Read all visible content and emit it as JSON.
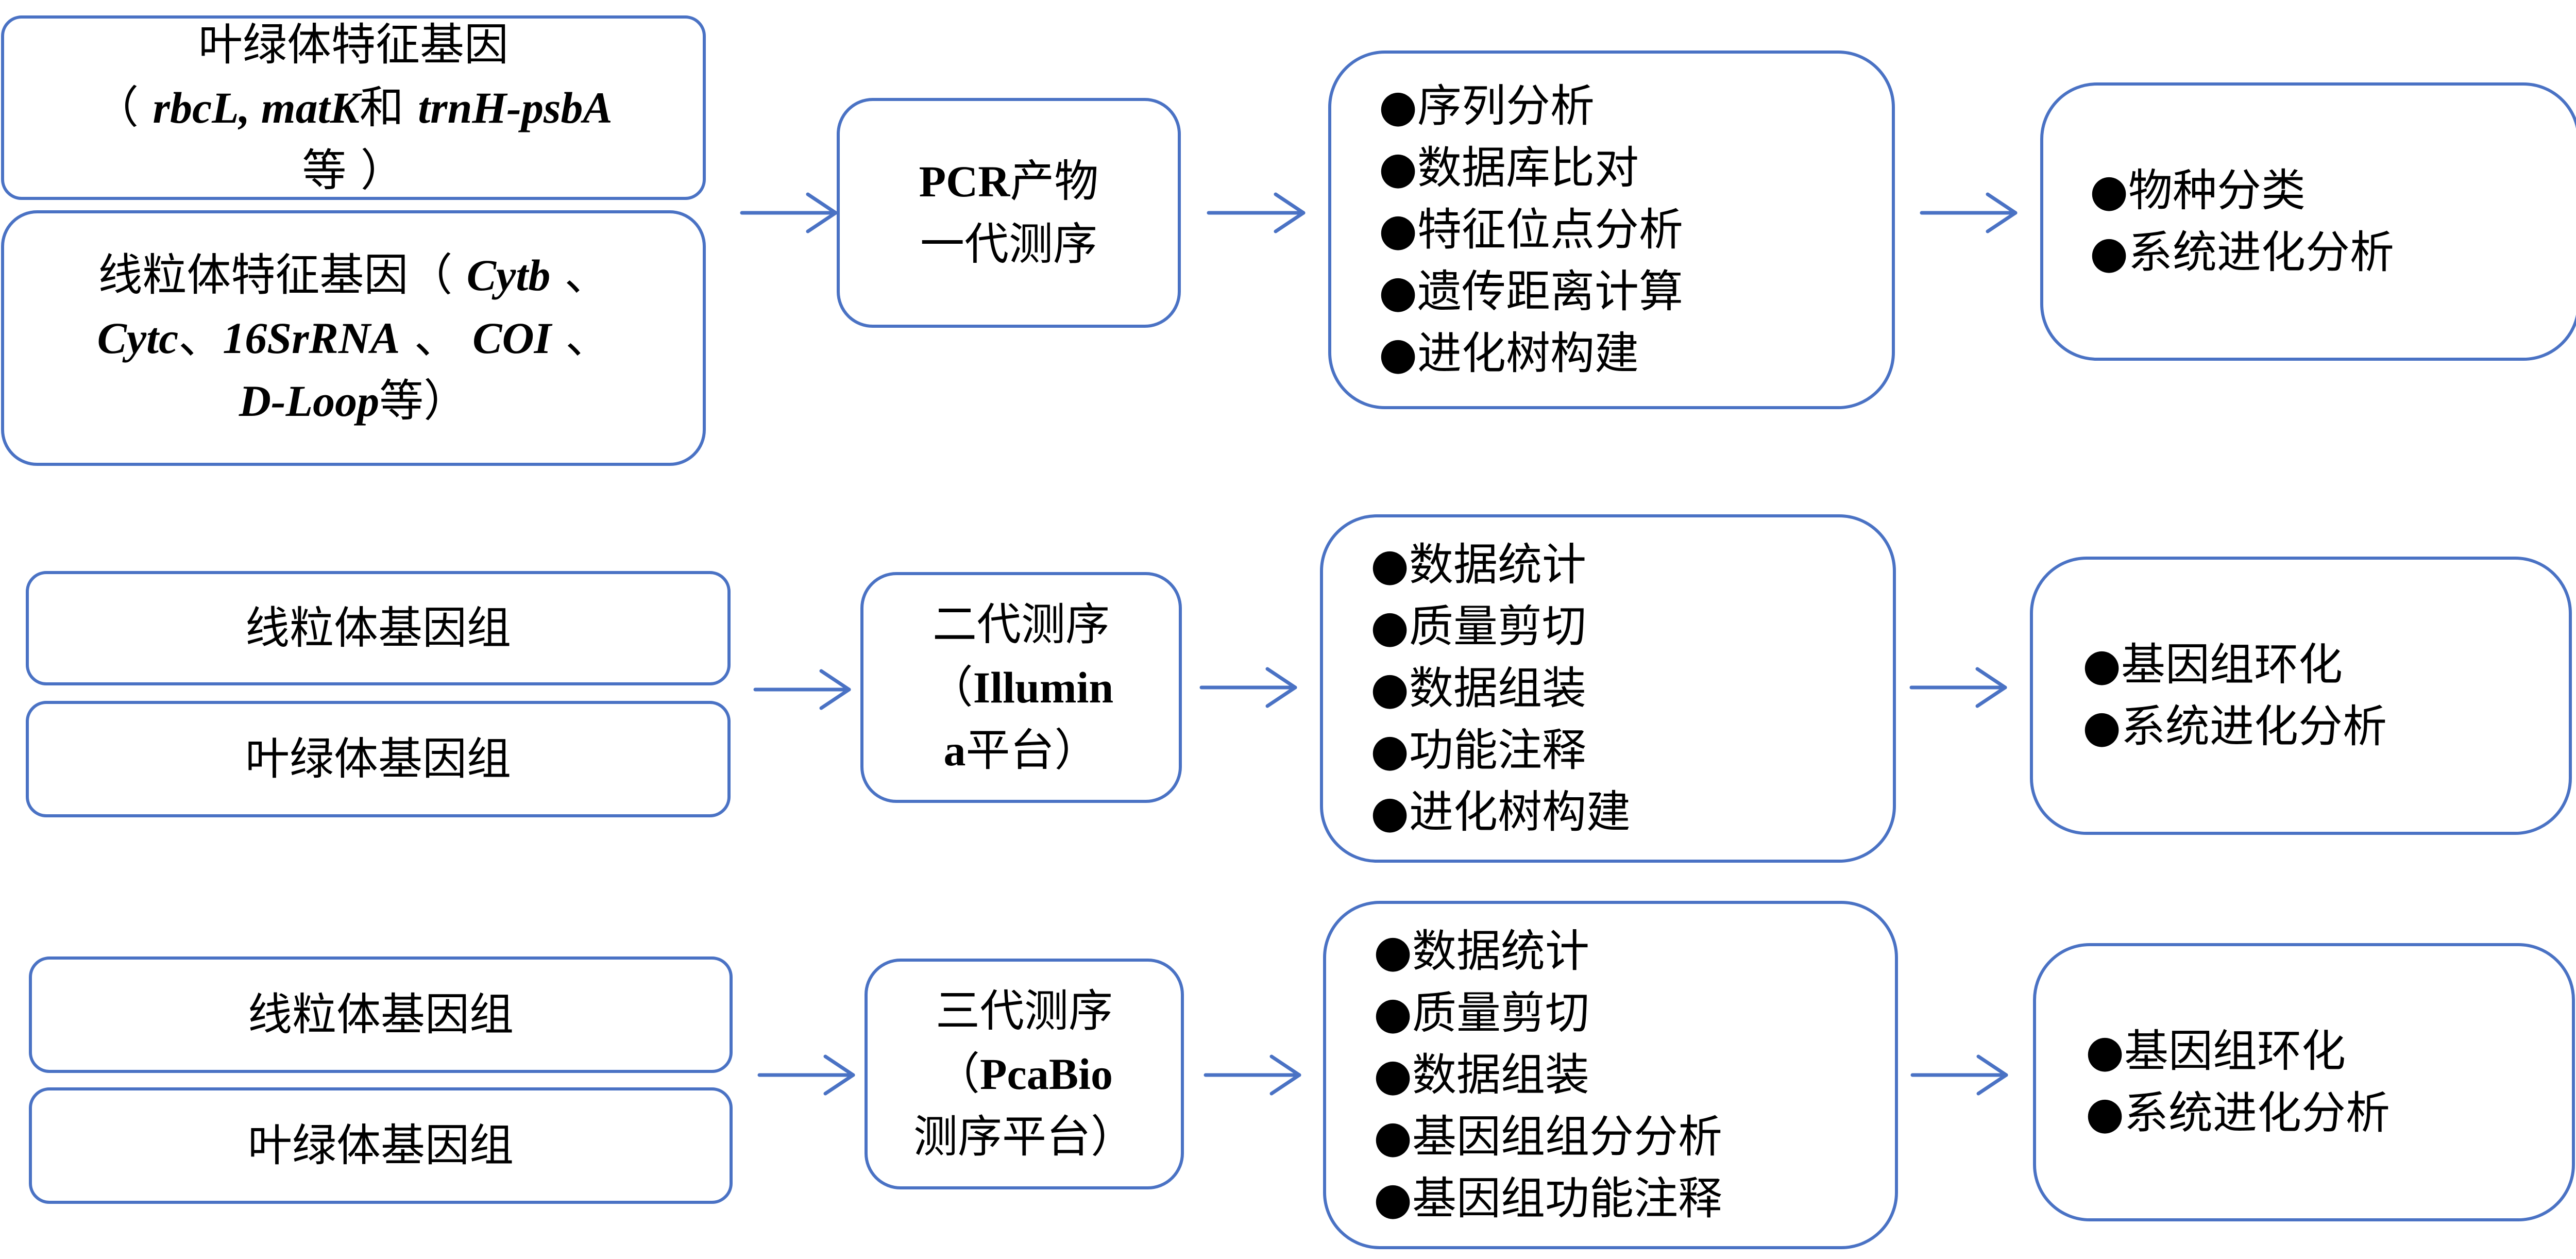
{
  "row1": {
    "source_chloroplast": {
      "line1": "叶绿体特征基因",
      "open": "（ ",
      "g1": "rbcL, matK",
      "and": "和 ",
      "g2": "trnH-psbA",
      "line3": "等 ）"
    },
    "source_mito": {
      "l1a": "线粒体特征基因（ ",
      "g1": "Cytb",
      "sep1": " 、",
      "g2": "Cytc",
      "sep2": "、",
      "g3": "16SrRNA",
      "sep3": " 、 ",
      "g4": "COI",
      "sep4": " 、",
      "g5": "D-Loop",
      "tail": "等）"
    },
    "method": {
      "prefix": "PCR",
      "line1_rest": "产物",
      "line2": "一代测序"
    },
    "analysis": [
      "●序列分析",
      "●数据库比对",
      "●特征位点分析",
      "●遗传距离计算",
      "●进化树构建"
    ],
    "outcome": [
      "●物种分类",
      "●系统进化分析"
    ]
  },
  "row2": {
    "source_top": "线粒体基因组",
    "source_bottom": "叶绿体基因组",
    "method": {
      "line1": "二代测序",
      "line2_open": "（",
      "line2_bold": "Illumin",
      "line3_bold": "a",
      "line3_rest": "平台）"
    },
    "analysis": [
      "●数据统计",
      "●质量剪切",
      "●数据组装",
      "●功能注释",
      "●进化树构建"
    ],
    "outcome": [
      "●基因组环化",
      "●系统进化分析"
    ]
  },
  "row3": {
    "source_top": "线粒体基因组",
    "source_bottom": "叶绿体基因组",
    "method": {
      "line1": "三代测序",
      "line2_open": "（",
      "line2_bold": "PcaBio",
      "line3": "测序平台）"
    },
    "analysis": [
      "●数据统计",
      "●质量剪切",
      "●数据组装",
      "●基因组组分分析",
      "●基因组功能注释"
    ],
    "outcome": [
      "●基因组环化",
      "●系统进化分析"
    ]
  },
  "colors": {
    "border": "#4a72c4",
    "arrow": "#4a72c4"
  }
}
